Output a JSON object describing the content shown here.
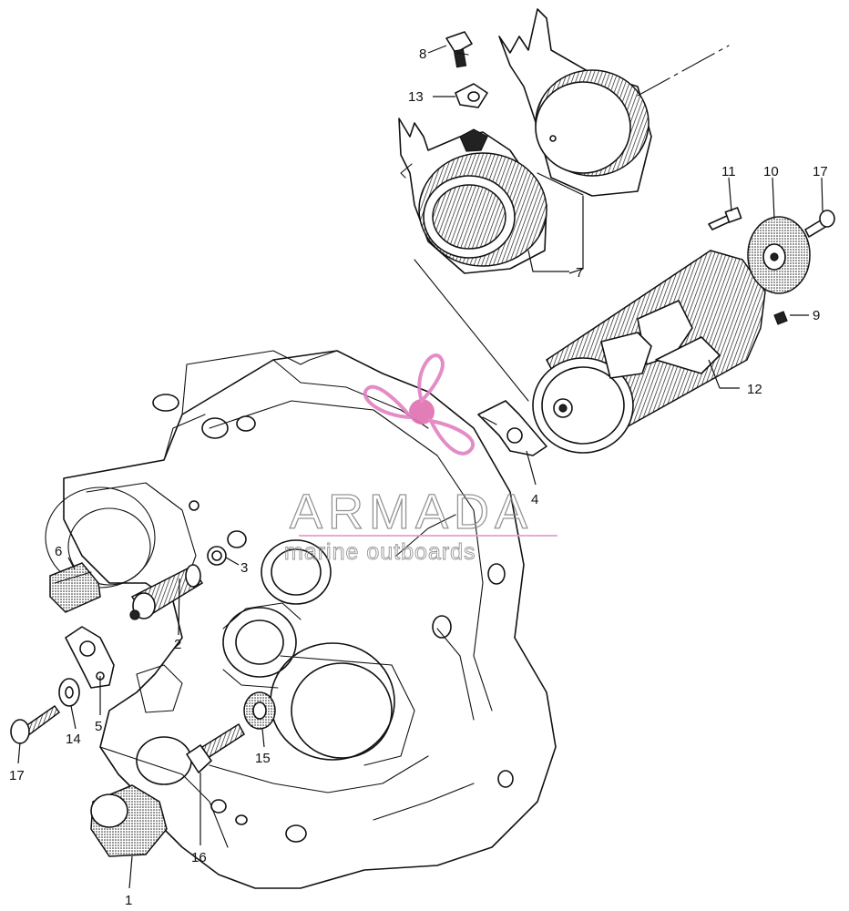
{
  "diagram": {
    "callouts": {
      "c1": "1",
      "c2": "2",
      "c3": "3",
      "c4": "4",
      "c5": "5",
      "c6": "6",
      "c7": "7",
      "c8": "8",
      "c9": "9",
      "c10": "10",
      "c11": "11",
      "c12": "12",
      "c13": "13",
      "c14": "14",
      "c15": "15",
      "c16": "16",
      "c17a": "17",
      "c17b": "17"
    }
  },
  "watermark": {
    "title": "ARMADA",
    "subtitle": "marine outboards",
    "color": "#e8a0c8"
  }
}
